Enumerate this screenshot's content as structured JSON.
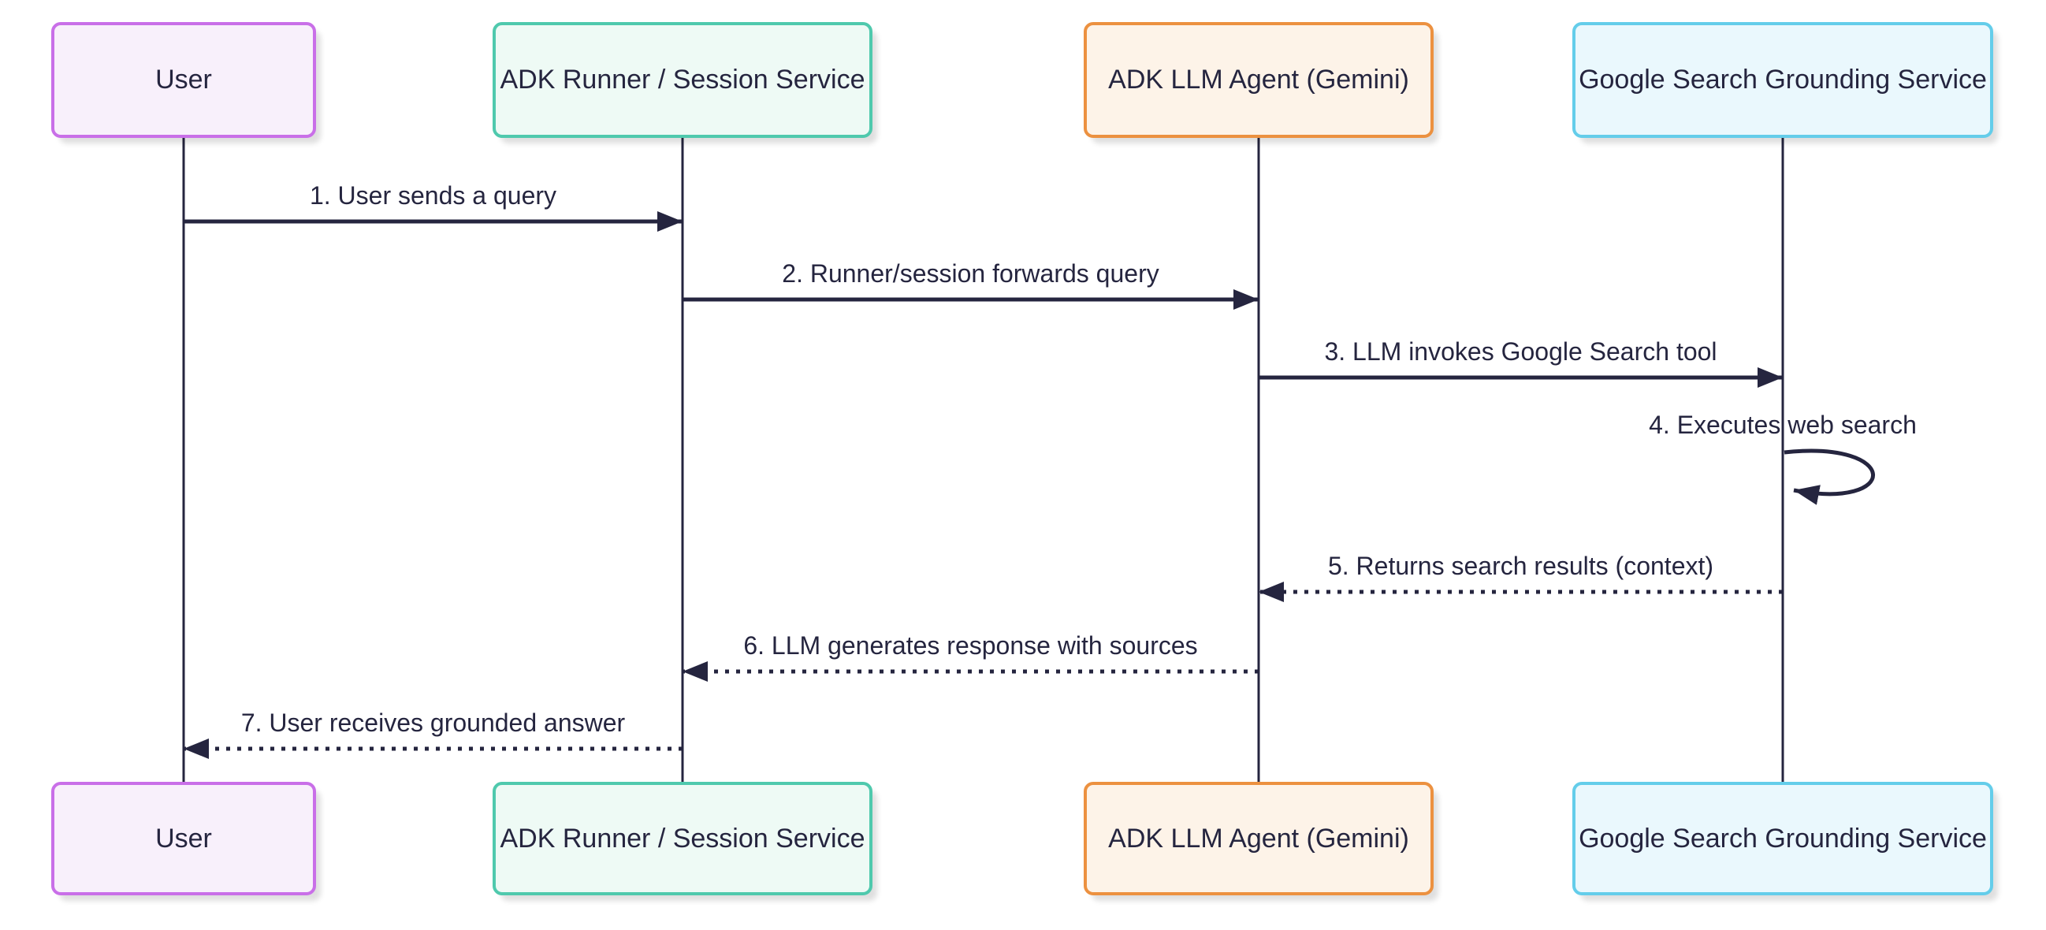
{
  "diagram": {
    "type": "sequence-diagram",
    "background_color": "#ffffff",
    "line_color": "#25253f",
    "text_color": "#25253f",
    "actors": [
      {
        "id": "user",
        "label": "User",
        "border_color": "#c96fe8",
        "fill_color": "#f8f0fb"
      },
      {
        "id": "runner",
        "label": "ADK Runner / Session Service",
        "border_color": "#4fc9ad",
        "fill_color": "#eefaf5"
      },
      {
        "id": "agent",
        "label": "ADK LLM Agent (Gemini)",
        "border_color": "#ec9140",
        "fill_color": "#fdf3e8"
      },
      {
        "id": "search",
        "label": "Google Search Grounding Service",
        "border_color": "#64cdea",
        "fill_color": "#eaf8fd"
      }
    ],
    "messages": [
      {
        "label": "1. User sends a query",
        "from": 0,
        "to": 1,
        "style": "solid"
      },
      {
        "label": "2. Runner/session forwards query",
        "from": 1,
        "to": 2,
        "style": "solid"
      },
      {
        "label": "3. LLM invokes Google Search tool",
        "from": 2,
        "to": 3,
        "style": "solid"
      },
      {
        "label": "4. Executes web search",
        "from": 3,
        "to": 3,
        "style": "self"
      },
      {
        "label": "5. Returns search results (context)",
        "from": 3,
        "to": 2,
        "style": "dashed"
      },
      {
        "label": "6. LLM generates response with sources",
        "from": 2,
        "to": 1,
        "style": "dashed"
      },
      {
        "label": "7. User receives grounded answer",
        "from": 1,
        "to": 0,
        "style": "dashed"
      }
    ]
  }
}
